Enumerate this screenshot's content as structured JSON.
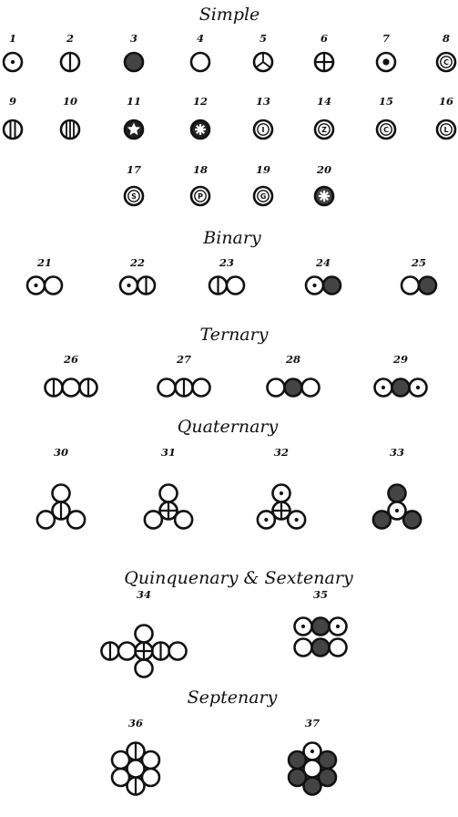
{
  "sections": [
    {
      "id": "simple",
      "title": "Simple"
    },
    {
      "id": "binary",
      "title": "Binary"
    },
    {
      "id": "ternary",
      "title": "Ternary"
    },
    {
      "id": "quaternary",
      "title": "Quaternary"
    },
    {
      "id": "quinquenary",
      "title": "Quinquenary & Sextenary"
    },
    {
      "id": "septenary",
      "title": "Septenary"
    }
  ],
  "symbols": [
    {
      "number": "1",
      "marks": [
        "dot"
      ]
    },
    {
      "number": "2",
      "marks": [
        "vline"
      ]
    },
    {
      "number": "3",
      "marks": [
        "filled"
      ]
    },
    {
      "number": "4",
      "marks": [
        "empty"
      ]
    },
    {
      "number": "5",
      "marks": [
        "peace"
      ]
    },
    {
      "number": "6",
      "marks": [
        "cross"
      ]
    },
    {
      "number": "7",
      "marks": [
        "bigdot"
      ]
    },
    {
      "number": "8",
      "marks": [
        "letter"
      ],
      "letter": "C"
    },
    {
      "number": "9",
      "marks": [
        "bars"
      ]
    },
    {
      "number": "10",
      "marks": [
        "bars3"
      ]
    },
    {
      "number": "11",
      "marks": [
        "star"
      ]
    },
    {
      "number": "12",
      "marks": [
        "asterisk"
      ]
    },
    {
      "number": "13",
      "marks": [
        "letter"
      ],
      "letter": "I"
    },
    {
      "number": "14",
      "marks": [
        "letter"
      ],
      "letter": "Z"
    },
    {
      "number": "15",
      "marks": [
        "letter"
      ],
      "letter": "C"
    },
    {
      "number": "16",
      "marks": [
        "letter"
      ],
      "letter": "L"
    },
    {
      "number": "17",
      "marks": [
        "letter"
      ],
      "letter": "S"
    },
    {
      "number": "18",
      "marks": [
        "letter"
      ],
      "letter": "P"
    },
    {
      "number": "19",
      "marks": [
        "letter"
      ],
      "letter": "G"
    },
    {
      "number": "20",
      "marks": [
        "filledstar"
      ]
    },
    {
      "number": "21",
      "atoms": [
        "dot",
        "empty"
      ]
    },
    {
      "number": "22",
      "atoms": [
        "dot",
        "vline"
      ]
    },
    {
      "number": "23",
      "atoms": [
        "vline",
        "empty"
      ]
    },
    {
      "number": "24",
      "atoms": [
        "dot",
        "filled"
      ]
    },
    {
      "number": "25",
      "atoms": [
        "empty",
        "filled"
      ]
    },
    {
      "number": "26",
      "atoms": [
        "vline",
        "empty",
        "vline"
      ]
    },
    {
      "number": "27",
      "atoms": [
        "empty",
        "vline",
        "empty"
      ]
    },
    {
      "number": "28",
      "atoms": [
        "empty",
        "filled",
        "empty"
      ]
    },
    {
      "number": "29",
      "atoms": [
        "dot",
        "filled",
        "dot"
      ]
    },
    {
      "number": "30",
      "layout": "tri",
      "center": "vline",
      "outer": [
        "empty",
        "empty",
        "empty"
      ]
    },
    {
      "number": "31",
      "layout": "tri",
      "center": "cross",
      "outer": [
        "empty",
        "empty",
        "empty"
      ]
    },
    {
      "number": "32",
      "layout": "tri",
      "center": "cross",
      "outer": [
        "dot",
        "dot",
        "dot"
      ]
    },
    {
      "number": "33",
      "layout": "tri",
      "center": "dot",
      "outer": [
        "filled",
        "filled",
        "filled"
      ]
    },
    {
      "number": "34",
      "layout": "plus"
    },
    {
      "number": "35",
      "layout": "grid"
    },
    {
      "number": "36",
      "layout": "hex",
      "center": "empty",
      "outer": [
        "vline",
        "empty",
        "empty",
        "vline",
        "empty",
        "empty"
      ],
      "centerDot": true
    },
    {
      "number": "37",
      "layout": "hex",
      "center": "empty",
      "outer": [
        "dot",
        "filled",
        "filled",
        "filled",
        "filled",
        "filled"
      ],
      "centerDot": false
    }
  ]
}
